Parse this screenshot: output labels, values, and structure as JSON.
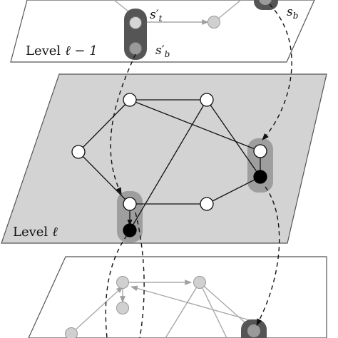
{
  "levels": {
    "upper": {
      "label_prefix": "Level",
      "label_math": "ℓ − 1"
    },
    "middle": {
      "label_prefix": "Level",
      "label_math": "ℓ"
    }
  },
  "symbols": {
    "s_t_prime": "s′",
    "s_t_prime_sub": "t",
    "s_b_prime": "s′",
    "s_b_prime_sub": "b",
    "s_b": "s",
    "s_b_sub": "b"
  },
  "colors": {
    "plane_middle": "#d3d3d3",
    "plane_border": "#555555",
    "supernode_dark": "#555555",
    "supernode_mid": "#9e9e9e",
    "node_faded": "#d0d0d0",
    "edge_faded": "#a8a8a8",
    "edge": "#111111"
  }
}
